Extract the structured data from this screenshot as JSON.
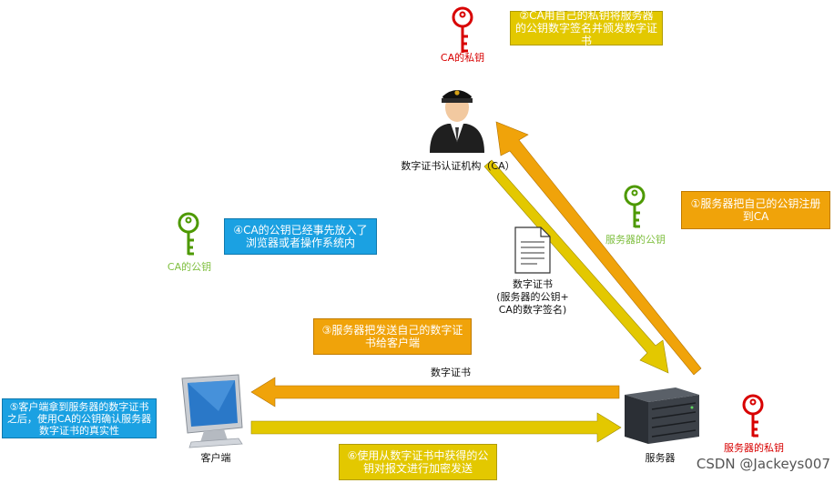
{
  "steps": {
    "s1": "①服务器把自己的公钥注册到CA",
    "s2": "②CA用自己的私钥将服务器的公钥数字签名并颁发数字证书",
    "s3": "③服务器把发送自己的数字证书给客户端",
    "s4": "④CA的公钥已经事先放入了浏览器或者操作系统内",
    "s5": "⑤客户端拿到服务器的数字证书之后，使用CA的公钥确认服务器数字证书的真实性",
    "s6": "⑥使用从数字证书中获得的公钥对报文进行加密发送"
  },
  "labels": {
    "ca_private_key": "CA的私钥",
    "ca": "数字证书认证机构（CA）",
    "server_public_key": "服务器的公钥",
    "ca_public_key": "CA的公钥",
    "certificate_doc": "数字证书",
    "certificate_detail_1": "(服务器的公钥+",
    "certificate_detail_2": "CA的数字签名)",
    "certificate_arrow": "数字证书",
    "client": "客户端",
    "server": "服务器",
    "server_private_key": "服务器的私钥",
    "watermark": "CSDN @Jackeys007"
  },
  "colors": {
    "orange": "#f0a30a",
    "yellow": "#e3c800",
    "blue": "#1ba1e2",
    "red_key": "#d80000",
    "green_key": "#4d9900"
  }
}
